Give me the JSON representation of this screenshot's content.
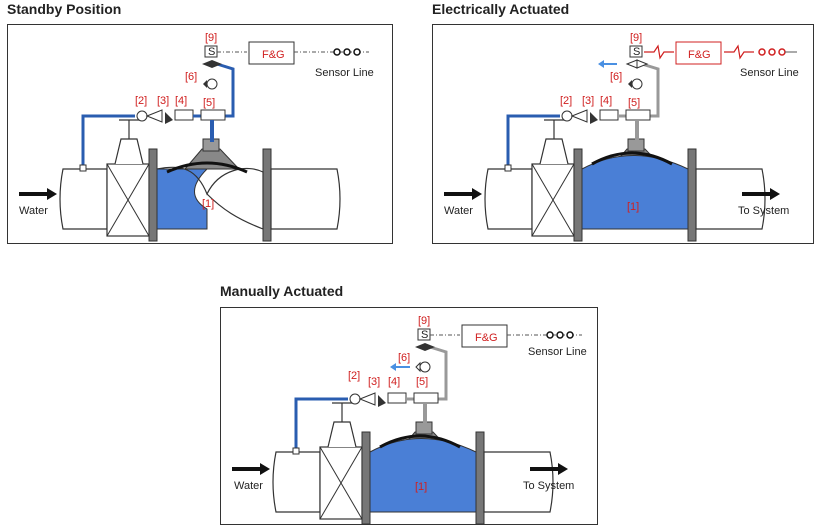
{
  "panels": [
    {
      "title": "Standby Position",
      "fg_label": "F&G",
      "sensor_label": "Sensor Line",
      "inlet_label": "Water",
      "outlet_label": "",
      "state": "standby",
      "callouts": [
        "[9]",
        "[6]",
        "[2]",
        "[3]",
        "[4]",
        "[5]",
        "[1]"
      ],
      "solenoid": "S"
    },
    {
      "title": "Electrically Actuated",
      "fg_label": "F&G",
      "sensor_label": "Sensor Line",
      "inlet_label": "Water",
      "outlet_label": "To System",
      "state": "electric",
      "callouts": [
        "[9]",
        "[6]",
        "[2]",
        "[3]",
        "[4]",
        "[5]",
        "[1]"
      ],
      "solenoid": "S"
    },
    {
      "title": "Manually Actuated",
      "fg_label": "F&G",
      "sensor_label": "Sensor Line",
      "inlet_label": "Water",
      "outlet_label": "To System",
      "state": "manual",
      "callouts": [
        "[9]",
        "[6]",
        "[2]",
        "[3]",
        "[4]",
        "[5]",
        "[1]"
      ],
      "solenoid": "S"
    }
  ],
  "colors": {
    "water": "#4a7fd6",
    "pipe": "#2a5db0",
    "callout": "#d02020",
    "outline": "#333333"
  }
}
